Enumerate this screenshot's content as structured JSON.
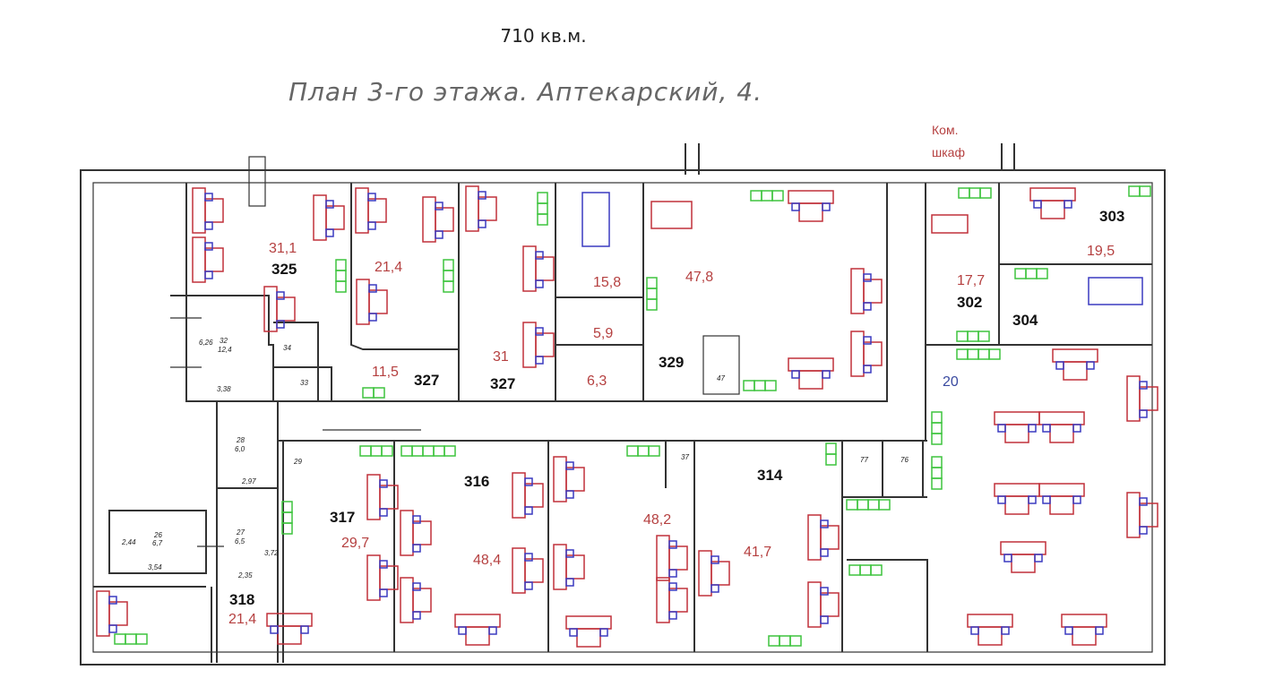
{
  "header": {
    "area": "710 кв.м.",
    "title": "План 3-го этажа. Аптекарский, 4."
  },
  "cabinet_label": [
    "Ком.",
    "шкаф"
  ],
  "rooms": {
    "r325": {
      "number": "325",
      "area": "31,1"
    },
    "r_a": {
      "area": "21,4"
    },
    "r327a": {
      "number": "327",
      "area": "11,5"
    },
    "r327b": {
      "number": "327",
      "area": "31"
    },
    "r_b": {
      "area": "15,8"
    },
    "r_c": {
      "area": "5,9"
    },
    "r_d": {
      "area": "6,3"
    },
    "r329": {
      "number": "329",
      "area": "47,8"
    },
    "r303": {
      "number": "303",
      "area": "19,5"
    },
    "r302": {
      "number": "302",
      "area": "17,7"
    },
    "r304": {
      "number": "304"
    },
    "r_open": {
      "area": "20"
    },
    "r316": {
      "number": "316",
      "area": "48,4"
    },
    "r317": {
      "number": "317",
      "area": "29,7"
    },
    "r_e": {
      "area": "48,2"
    },
    "r314": {
      "number": "314",
      "area": "41,7"
    },
    "r318": {
      "number": "318",
      "area": "21,4"
    }
  },
  "small_labels": {
    "s32": "32",
    "s12_4": "12,4",
    "s6_26": "6,26",
    "s3_38": "3,38",
    "s34": "34",
    "s33": "33",
    "s28": "28",
    "s6_0": "6,0",
    "s2_97": "2,97",
    "s29": "29",
    "s27": "27",
    "s6_5": "6,5",
    "s2_35": "2,35",
    "s3_72": "3,72",
    "s26": "26",
    "s6_7": "6,7",
    "s2_44": "2,44",
    "s3_54": "3,54",
    "s47": "47",
    "s37": "37",
    "s77": "77",
    "s76": "76"
  },
  "colors": {
    "desk": "#c0303a",
    "chair": "#3a3ac0",
    "cabinet": "#3ec43e",
    "wall": "#333333",
    "area_text": "#b54040",
    "blue_text": "#3a4aa0"
  }
}
